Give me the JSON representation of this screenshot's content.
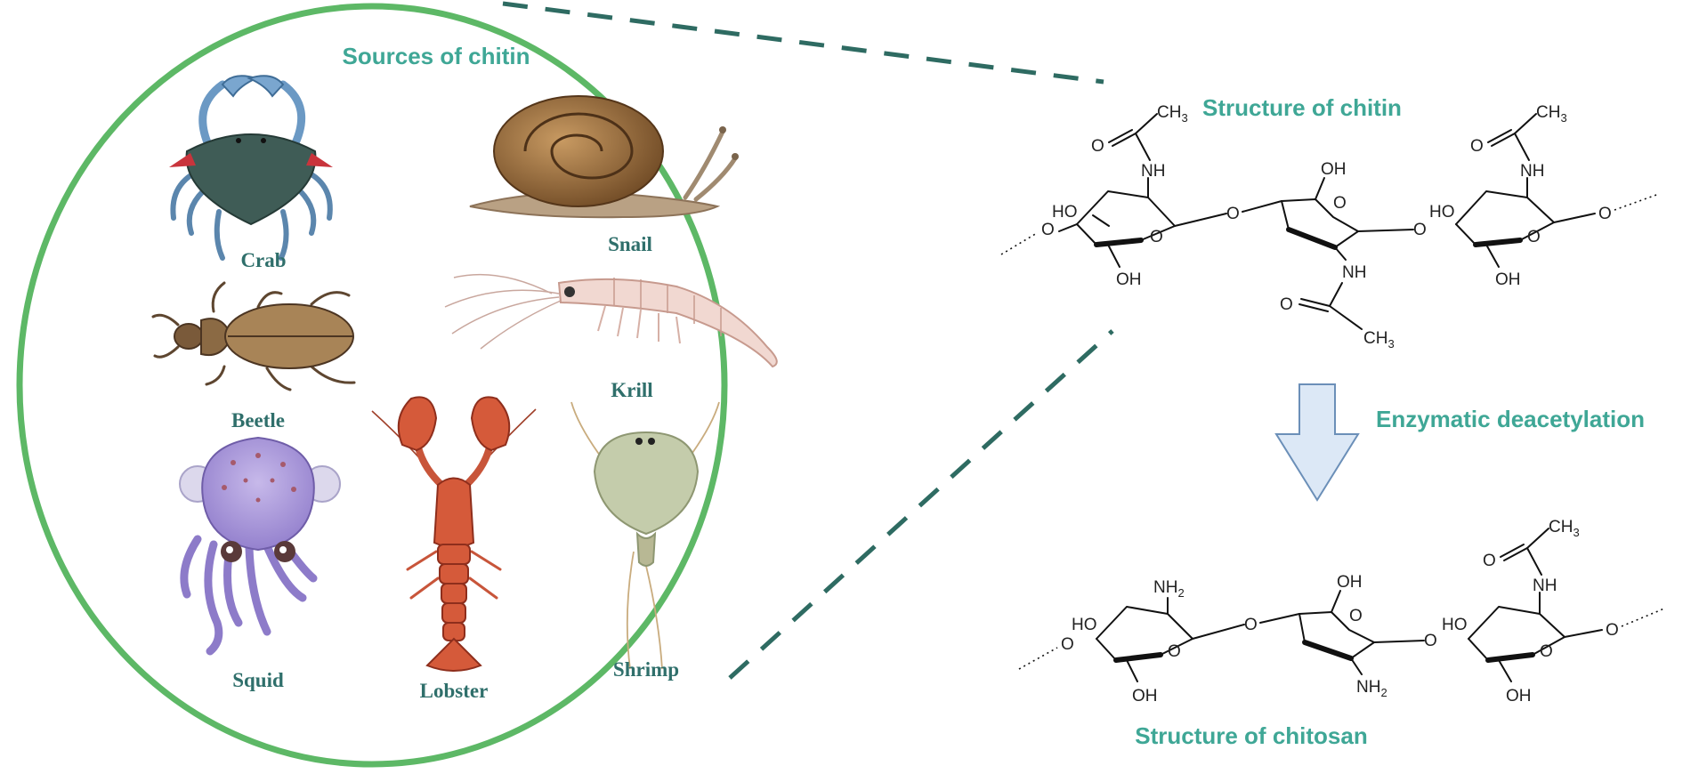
{
  "sources": {
    "title": "Sources of chitin",
    "animals": {
      "crab": "Crab",
      "snail": "Snail",
      "beetle": "Beetle",
      "krill": "Krill",
      "squid": "Squid",
      "lobster": "Lobster",
      "shrimp": "Shrimp"
    }
  },
  "chitin": {
    "title": "Structure of chitin",
    "labels": {
      "ch3": "CH",
      "ch3_sub": "3",
      "nh": "NH",
      "oh": "OH",
      "ho": "HO",
      "o": "O"
    }
  },
  "process": {
    "label": "Enzymatic deacetylation"
  },
  "chitosan": {
    "title": "Structure of chitosan",
    "labels": {
      "nh2": "NH",
      "nh2_sub": "2",
      "ch3": "CH",
      "ch3_sub": "3",
      "nh": "NH",
      "oh": "OH",
      "ho": "HO",
      "o": "O"
    }
  },
  "colors": {
    "circle": "#5db866",
    "title": "#3fa796",
    "label": "#2f6f6b",
    "dash": "#2e6b62",
    "arrow_fill": "#dce8f6",
    "arrow_stroke": "#6b8fb8"
  }
}
